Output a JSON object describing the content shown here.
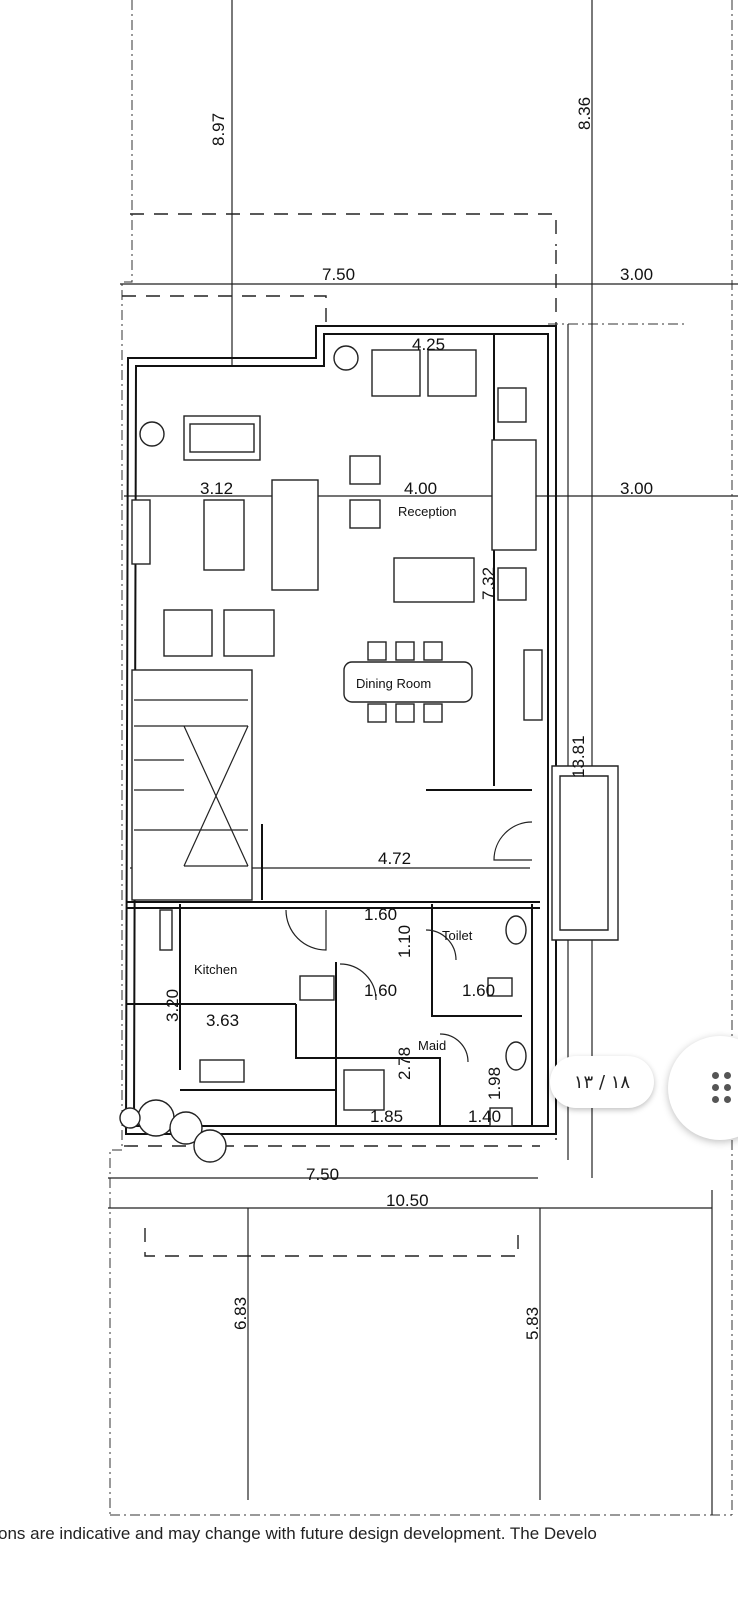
{
  "dimensions": {
    "side_top_left": "8.97",
    "side_top_right": "8.36",
    "width_top": "7.50",
    "setback_top": "3.00",
    "reception_width": "4.25",
    "left_room_width": "3.12",
    "reception_depth_top": "4.00",
    "setback_mid": "3.00",
    "reception_depth": "7.32",
    "hall_width": "4.72",
    "total_depth": "13.81",
    "corridor_width": "1.60",
    "corridor_depth": "1.10",
    "corridor_width_2": "1.60",
    "toilet_width": "1.60",
    "kitchen_depth": "3.20",
    "kitchen_width": "3.63",
    "maid_depth": "2.78",
    "maid_bath_depth": "1.98",
    "maid_width": "1.85",
    "maid_bath_width": "1.40",
    "width_bottom": "7.50",
    "plot_width": "10.50",
    "rear_left": "6.83",
    "rear_right": "5.83"
  },
  "rooms": {
    "reception": "Reception",
    "dining": "Dining Room",
    "kitchen": "Kitchen",
    "toilet": "Toilet",
    "maid": "Maid"
  },
  "footer": {
    "disclaimer": "ons are indicative and may change with future design development. The Develo"
  },
  "viewer": {
    "page_indicator": "١٨ / ١٣",
    "more_icon": "grid-dots-icon"
  }
}
